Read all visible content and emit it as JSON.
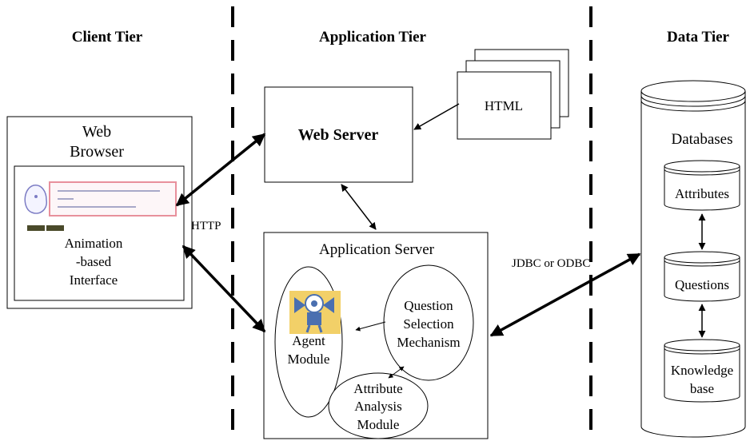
{
  "tiers": {
    "client": "Client Tier",
    "application": "Application Tier",
    "data": "Data Tier"
  },
  "web_browser": {
    "line1": "Web",
    "line2": "Browser",
    "interface_line1": "Animation",
    "interface_line2": "-based",
    "interface_line3": "Interface"
  },
  "web_server": {
    "label": "Web Server"
  },
  "html_docs": {
    "label": "HTML"
  },
  "app_server": {
    "label": "Application Server",
    "agent_line1": "Agent",
    "agent_line2": "Module",
    "qsm_line1": "Question",
    "qsm_line2": "Selection",
    "qsm_line3": "Mechanism",
    "aam_line1": "Attribute",
    "aam_line2": "Analysis",
    "aam_line3": "Module"
  },
  "connections": {
    "http": "HTTP",
    "jdbc": "JDBC or ODBC"
  },
  "data_tier": {
    "databases": "Databases",
    "attributes": "Attributes",
    "questions": "Questions",
    "kb_line1": "Knowledge",
    "kb_line2": "base"
  },
  "colors": {
    "speech_border": "#e8909c",
    "agent_bg": "#f2d068",
    "agent_body": "#4a6fb0"
  }
}
